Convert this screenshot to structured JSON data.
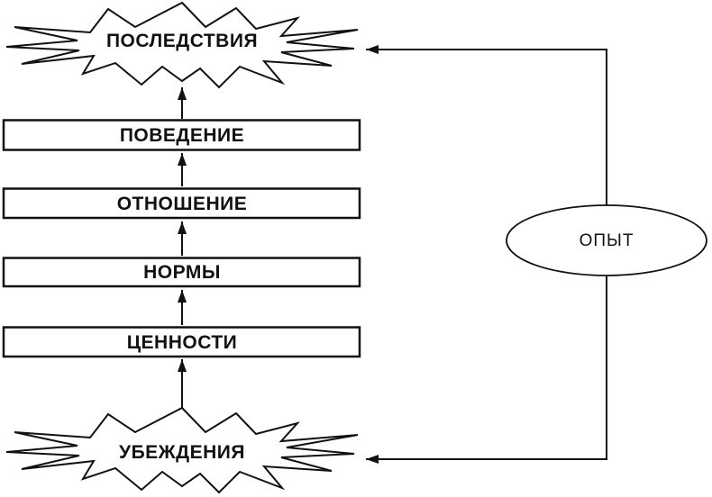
{
  "diagram": {
    "colors": {
      "background": "#ffffff",
      "stroke": "#111111",
      "shape_fill": "#ffffff",
      "text": "#111111"
    },
    "nodes": {
      "consequences": {
        "label": "ПОСЛЕДСТВИЯ",
        "shape": "starburst"
      },
      "behavior": {
        "label": "ПОВЕДЕНИЕ",
        "shape": "rectangle"
      },
      "attitude": {
        "label": "ОТНОШЕНИЕ",
        "shape": "rectangle"
      },
      "norms": {
        "label": "НОРМЫ",
        "shape": "rectangle"
      },
      "values": {
        "label": "ЦЕННОСТИ",
        "shape": "rectangle"
      },
      "beliefs": {
        "label": "УБЕЖДЕНИЯ",
        "shape": "starburst"
      },
      "experience": {
        "label": "ОПЫТ",
        "shape": "ellipse"
      }
    },
    "edges": [
      {
        "from": "beliefs",
        "to": "values",
        "style": "arrow-up"
      },
      {
        "from": "values",
        "to": "norms",
        "style": "arrow-up"
      },
      {
        "from": "norms",
        "to": "attitude",
        "style": "arrow-up"
      },
      {
        "from": "attitude",
        "to": "behavior",
        "style": "arrow-up"
      },
      {
        "from": "behavior",
        "to": "consequences",
        "style": "arrow-up"
      },
      {
        "from": "experience",
        "to": "consequences",
        "style": "elbow-arrow-left"
      },
      {
        "from": "experience",
        "to": "beliefs",
        "style": "elbow-arrow-left"
      }
    ]
  }
}
